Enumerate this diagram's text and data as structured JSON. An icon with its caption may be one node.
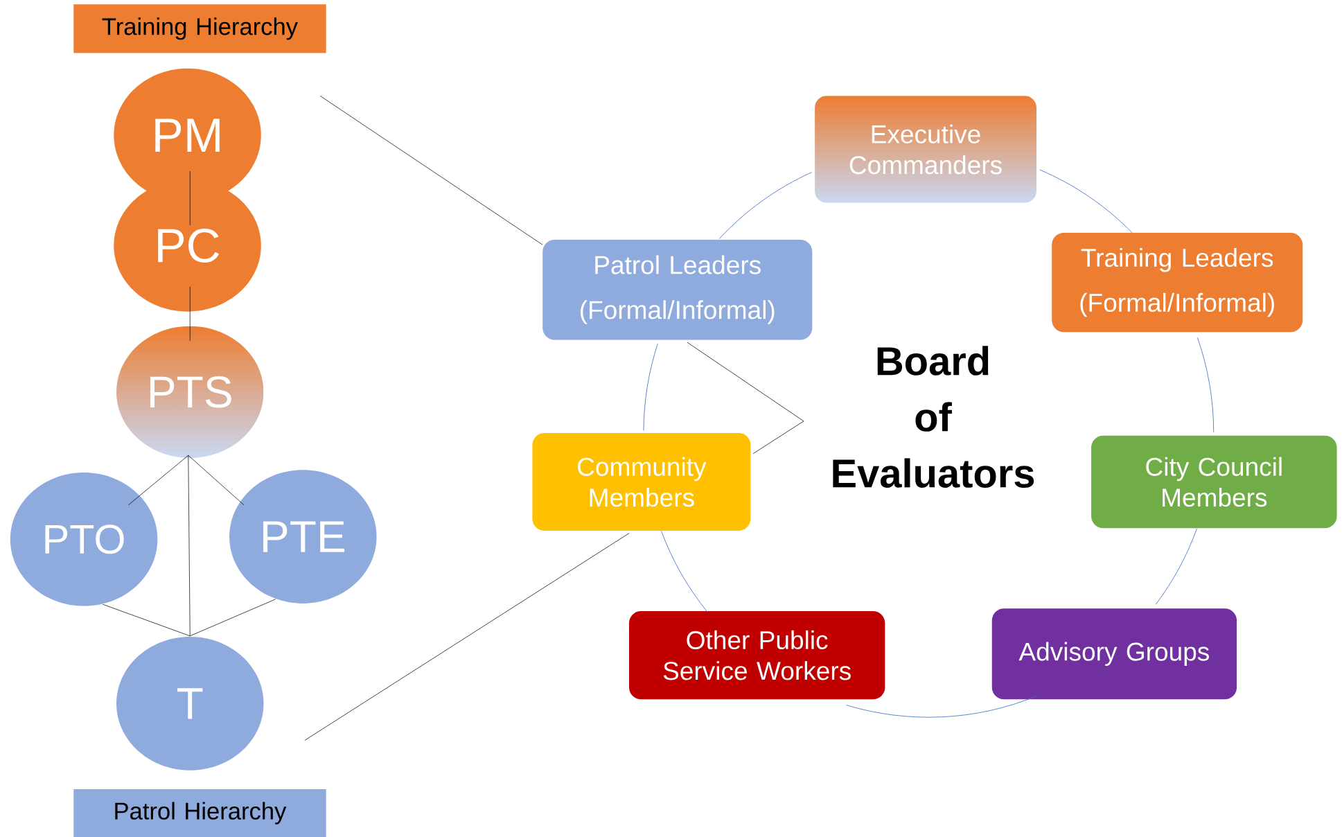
{
  "diagram": {
    "nodes": [
      {
        "text": [
          "Training Hierarchy"
        ]
      },
      {
        "text": [
          "PM"
        ]
      },
      {
        "text": [
          "PC"
        ]
      },
      {
        "text": [
          "PTS"
        ]
      },
      {
        "text": [
          "PTO"
        ]
      },
      {
        "text": [
          "PTE"
        ]
      },
      {
        "text": [
          "T"
        ]
      },
      {
        "text": [
          "Patrol Hierarchy"
        ]
      },
      {
        "text": [
          "Executive Commanders"
        ]
      },
      {
        "text": [
          "Patrol Leaders (Formal/Informal)"
        ]
      },
      {
        "text": [
          "Training Leaders (Formal/Informal)"
        ]
      },
      {
        "text": [
          "Community Members"
        ]
      },
      {
        "text": [
          "City Council Members"
        ]
      },
      {
        "text": [
          "Other Public Service Workers"
        ]
      },
      {
        "text": [
          "Advisory Groups"
        ]
      }
    ],
    "edges": [
      {
        "from": 1,
        "to": 2,
        "arrow": "none"
      },
      {
        "from": 2,
        "to": 3,
        "arrow": "none"
      },
      {
        "from": 3,
        "to": 4,
        "arrow": "none"
      },
      {
        "from": 3,
        "to": 5,
        "arrow": "none"
      },
      {
        "from": 3,
        "to": 6,
        "arrow": "none"
      },
      {
        "from": 4,
        "to": 6,
        "arrow": "none"
      },
      {
        "from": 5,
        "to": 6,
        "arrow": "none"
      },
      {
        "from": null,
        "to": 9,
        "arrow": "none"
      },
      {
        "from": null,
        "to": 11,
        "arrow": "none"
      },
      {
        "from": 9,
        "to": 11,
        "arrow": "none"
      },
      {
        "from": 8,
        "to": 10,
        "arrow": "none",
        "color": "#4472c4"
      },
      {
        "from": 10,
        "to": 12,
        "arrow": "none",
        "color": "#4472c4"
      },
      {
        "from": 12,
        "to": 14,
        "arrow": "none",
        "color": "#4472c4"
      },
      {
        "from": 14,
        "to": 13,
        "arrow": "none",
        "color": "#4472c4"
      },
      {
        "from": 13,
        "to": 11,
        "arrow": "none",
        "color": "#4472c4"
      },
      {
        "from": 11,
        "to": 9,
        "arrow": "none",
        "color": "#4472c4"
      },
      {
        "from": 9,
        "to": 8,
        "arrow": "none",
        "color": "#4472c4"
      }
    ],
    "labels": [
      "Board of Evaluators"
    ]
  }
}
